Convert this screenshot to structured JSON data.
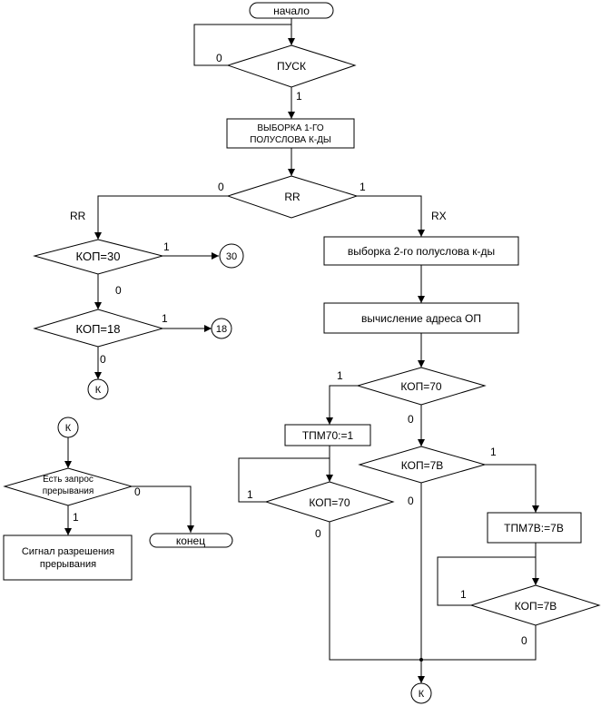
{
  "terminals": {
    "start": "начало",
    "end": "конец"
  },
  "decisions": {
    "pusk": "ПУСК",
    "rr": "RR",
    "kop30": "КОП=30",
    "kop18": "КОП=18",
    "interrupt_line1": "Есть запрос",
    "interrupt_line2": "прерывания",
    "kop70": "КОП=70",
    "kop7b": "КОП=7В",
    "kop70_wait": "КОП=70",
    "kop7b_wait": "КОП=7В"
  },
  "processes": {
    "fetch1_line1": "ВЫБОРКА 1-ГО",
    "fetch1_line2": "ПОЛУСЛОВА К-ДЫ",
    "fetch2": "выборка 2-го полуслова к-ды",
    "calc_addr": "вычисление адреса ОП",
    "tpm70": "ТПМ70:=1",
    "tpm7b": "ТПМ7В:=7В",
    "signal_line1": "Сигнал разрешения",
    "signal_line2": "прерывания"
  },
  "connectors": {
    "c30": "30",
    "c18": "18",
    "k_rr": "К",
    "k_top": "К",
    "k_bottom": "К"
  },
  "branch_labels": {
    "rr_side": "RR",
    "rx_side": "RX"
  },
  "edge_labels": {
    "pusk_0": "0",
    "pusk_1": "1",
    "rr_0": "0",
    "rr_1": "1",
    "kop30_1": "1",
    "kop30_0": "0",
    "kop18_1": "1",
    "kop18_0": "0",
    "kop70_1": "1",
    "kop70_0": "0",
    "kop7b_1": "1",
    "kop7b_0": "0",
    "kop70w_1": "1",
    "kop70w_0": "0",
    "kop7bw_1": "1",
    "kop7bw_0": "0",
    "int_0": "0",
    "int_1": "1"
  }
}
